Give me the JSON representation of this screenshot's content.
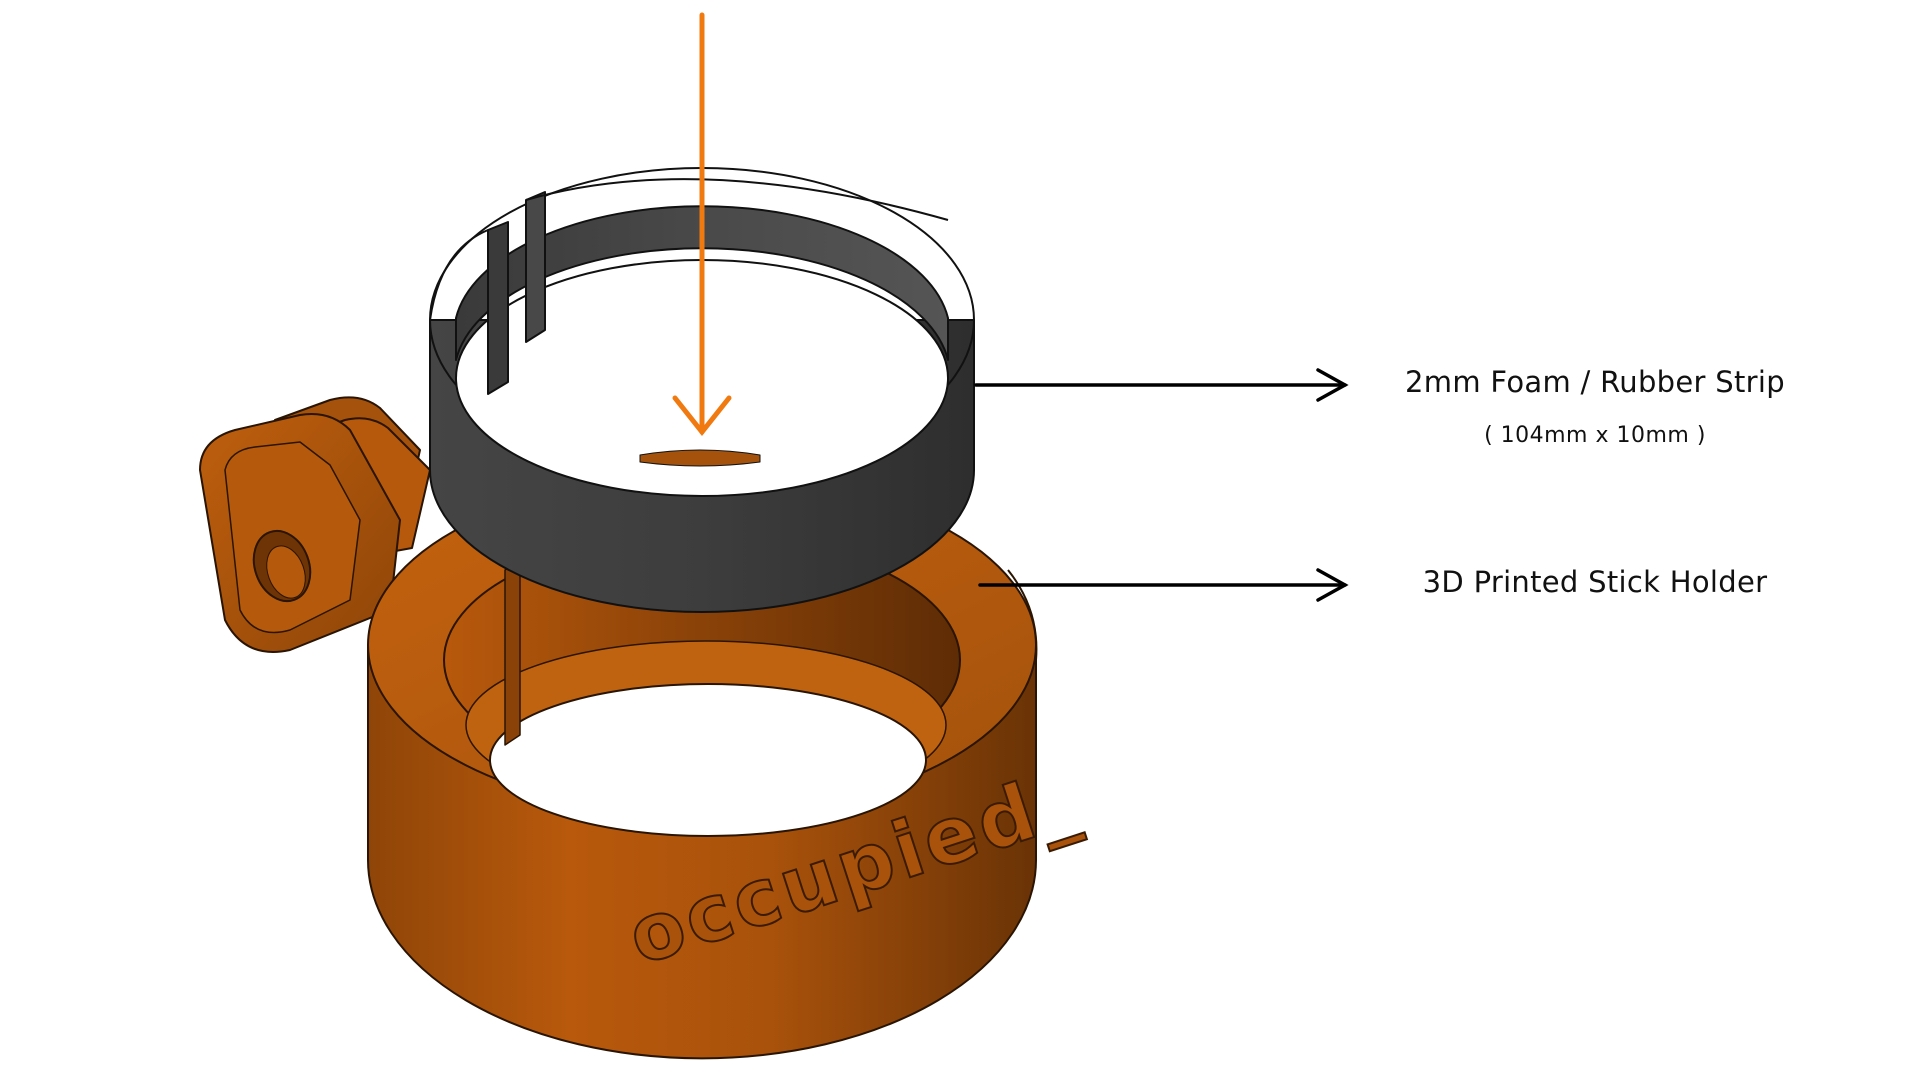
{
  "labels": {
    "foam_strip": "2mm Foam / Rubber Strip",
    "foam_strip_size": "( 104mm x 10mm )",
    "stick_holder": "3D Printed Stick Holder"
  },
  "engraved_text": "occupied_",
  "colors": {
    "background": "#ffffff",
    "holder_orange_light": "#c0600e",
    "holder_orange_mid": "#a4520c",
    "holder_orange_dark": "#6b3306",
    "foam_gray_light": "#4e4e4e",
    "foam_gray_dark": "#353535",
    "insert_arrow": "#f07a10",
    "callout_arrow": "#000000",
    "label_text": "#111111"
  },
  "icons": {
    "insert_arrow": "arrow-down-icon",
    "callout_arrows": "arrow-right-icon"
  }
}
